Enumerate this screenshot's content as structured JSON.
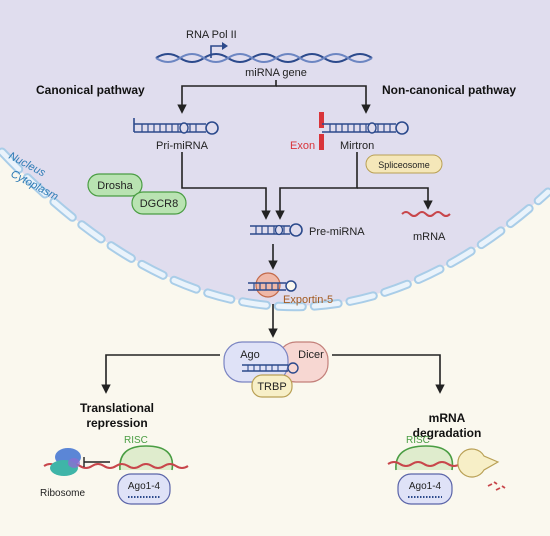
{
  "labels": {
    "rna_pol": "RNA Pol II",
    "mirna_gene": "miRNA gene",
    "canonical": "Canonical pathway",
    "noncanonical": "Non-canonical pathway",
    "pri_mirna": "Pri-miRNA",
    "exon": "Exon",
    "mirtron": "Mirtron",
    "nucleus": "Nucleus",
    "cytoplasm": "Cytoplasm",
    "drosha": "Drosha",
    "dgcr8": "DGCR8",
    "spliceosome": "Spliceosome",
    "pre_mirna": "Pre-miRNA",
    "mrna": "mRNA",
    "exportin": "Exportin-5",
    "ago": "Ago",
    "dicer": "Dicer",
    "trbp": "TRBP",
    "translational_1": "Translational",
    "translational_2": "repression",
    "mrna_deg_1": "mRNA",
    "mrna_deg_2": "degradation",
    "risc_left": "RISC",
    "risc_right": "RISC",
    "ago14_left": "Ago1-4",
    "ago14_right": "Ago1-4",
    "ribosome": "Ribosome"
  },
  "colors": {
    "nucleus_bg": "#e0ddee",
    "cytoplasm_bg": "#faf8ee",
    "membrane": "#d6e8f6",
    "membrane_stroke": "#a9cde8",
    "dna_blue": "#2c4a8c",
    "exon_red": "#d9343a",
    "drosha_fill": "#b9e3b2",
    "spliceosome_fill": "#f5e7b9",
    "exportin_fill": "#efb8a8",
    "ago_fill": "#dfe2f7",
    "dicer_fill": "#f7d7d2",
    "trbp_fill": "#f7efc7",
    "risc_green": "#4a9d43",
    "mrna_red": "#c8464b",
    "ribosome_blue": "#5b86d6",
    "ribosome_teal": "#3fb5a8",
    "label_blue": "#2e7bb5",
    "exportin_text": "#a35a1f"
  }
}
